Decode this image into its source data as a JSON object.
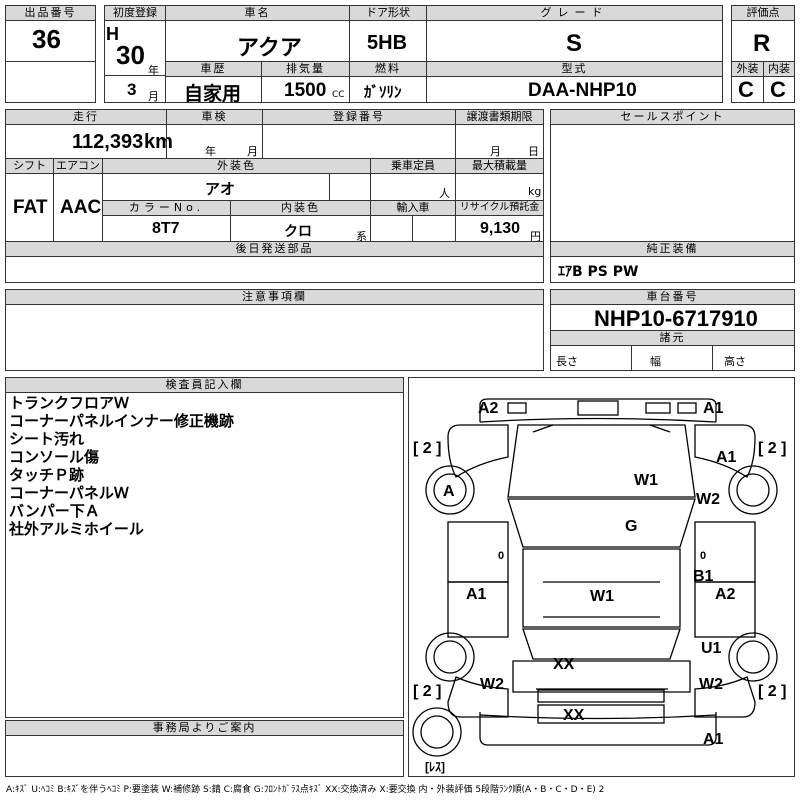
{
  "headers": {
    "lot_no": "出品番号",
    "first_reg": "初度登録",
    "car_name": "車名",
    "door": "ドア形状",
    "grade": "グレード",
    "score": "評価点",
    "history": "車歴",
    "displacement": "排気量",
    "fuel": "燃料",
    "model": "型式",
    "exterior": "外装",
    "interior": "内装",
    "mileage": "走行",
    "inspection": "車検",
    "reg_no": "登録番号",
    "transfer_docs": "譲渡書類期限",
    "sales_point": "セールスポイント",
    "shift": "シフト",
    "aircon": "エアコン",
    "ext_color": "外装色",
    "capacity": "乗車定員",
    "max_load": "最大積載量",
    "color_no": "カラーNo.",
    "int_color": "内装色",
    "import": "輸入車",
    "recycle": "リサイクル預託金",
    "later_parts": "後日発送部品",
    "genuine_equip": "純正装備",
    "caution": "注意事項欄",
    "chassis_no": "車台番号",
    "specs": "諸元",
    "inspector": "検査員記入欄",
    "office": "事務局よりご案内"
  },
  "values": {
    "lot_no": "36",
    "era": "H",
    "year": "30",
    "year_unit": "年",
    "month": "3",
    "month_unit": "月",
    "car_name": "アクア",
    "door": "5HB",
    "grade": "S",
    "score": "R",
    "history": "自家用",
    "displacement": "1500",
    "cc": "CC",
    "fuel": "ｶﾞｿﾘﾝ",
    "model": "DAA-NHP10",
    "exterior": "C",
    "interior": "C",
    "mileage": "112,393",
    "km": "km",
    "insp_year": "年",
    "insp_month": "月",
    "transfer_month": "月",
    "transfer_day": "日",
    "shift": "FAT",
    "aircon": "AAC",
    "ext_color": "アオ",
    "person_unit": "人",
    "kg": "kg",
    "color_no": "8T7",
    "int_color": "クロ",
    "int_color_suffix": "系",
    "recycle": "9,130",
    "yen": "円",
    "genuine_equip": "ｴｱB PS PW",
    "chassis_no": "NHP10-6717910",
    "length": "長さ",
    "width": "幅",
    "height": "高さ"
  },
  "inspector_notes": [
    "トランクフロアＷ",
    "コーナーパネルインナー修正機跡",
    "シート汚れ",
    "コンソール傷",
    "タッチＰ跡",
    "コーナーパネルＷ",
    "バンパー下Ａ",
    "社外アルミホイール"
  ],
  "diagram_marks": {
    "fr_left": "A2",
    "fr_right": "A1",
    "fl_fender": "[ 2 ]",
    "fr_fender_bracket": "[ 2 ]",
    "fr_fender": "A1",
    "wheel_fl": "A",
    "hood": "W1",
    "fender_r": "W2",
    "windshield": "G",
    "door_l_0": "0",
    "door_r_0": "0",
    "pillar_r": "B1",
    "door_l": "A1",
    "roof": "W1",
    "door_r": "A2",
    "rear_fender_r": "U1",
    "trunk": "XX",
    "rear_l": "W2",
    "rear_r": "W2",
    "rl_bracket": "[ 2 ]",
    "rr_bracket": "[ 2 ]",
    "rear_bumper": "XX",
    "rear_a1": "A1",
    "spare": "[ﾚｽ]"
  },
  "legend": "A:ｷｽﾞ U:ﾍｺﾐ B:ｷｽﾞを伴うﾍｺﾐ P:要塗装 W:補修跡 S:錆 C:腐食 G:ﾌﾛﾝﾄｶﾞﾗｽ点ｷｽﾞ XX:交換済み X:要交換 内・外装評価 5段階ﾗﾝｸ順(A・B・C・D・E) 2"
}
